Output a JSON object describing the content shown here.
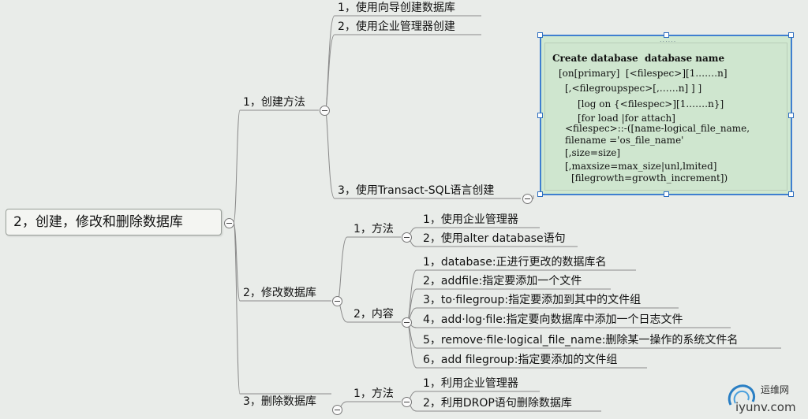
{
  "root": {
    "label": "2，创建，修改和删除数据库"
  },
  "create": {
    "label": "1，创建方法",
    "items": [
      "1，使用向导创建数据库",
      "2，使用企业管理器创建",
      "3，使用Transact-SQL语言创建"
    ],
    "code_lines": [
      "Create database  database name",
      "[on[primary]  [<filespec>][1.……n]",
      "[,<filegroupspec>[,……n] ] ]",
      "[log on {<filespec>][1.……n}]",
      "[for load |for attach]",
      "<filespec>::-([name-logical_file_name,",
      "filename ='os_file_name'",
      "[,size=size]",
      "[,maxsize=max_size|unl,lmited]",
      "[filegrowth=growth_increment])"
    ]
  },
  "modify": {
    "label": "2，修改数据库",
    "method": {
      "label": "1，方法",
      "items": [
        "1，使用企业管理器",
        "2，使用alter database语句"
      ]
    },
    "content": {
      "label": "2，内容",
      "items": [
        "1，database:正进行更改的数据库名",
        "2，addfile:指定要添加一个文件",
        "3，to·filegroup:指定要添加到其中的文件组",
        "4，add·log·file:指定要向数据库中添加一个日志文件",
        "5，remove·file·logical_file_name:删除某一操作的系统文件名",
        "6，add filegroup:指定要添加的文件组"
      ]
    }
  },
  "delete": {
    "label": "3，删除数据库",
    "method": {
      "label": "1，方法",
      "items": [
        "1，利用企业管理器",
        "2，利用DROP语句删除数据库"
      ]
    }
  },
  "watermark": {
    "name": "运维网",
    "url": "iyunv.com"
  },
  "colors": {
    "background": "#e9ece9",
    "code_box": "#d0e8d0",
    "selection": "#3f7fd0",
    "line": "#8a8a8a"
  }
}
